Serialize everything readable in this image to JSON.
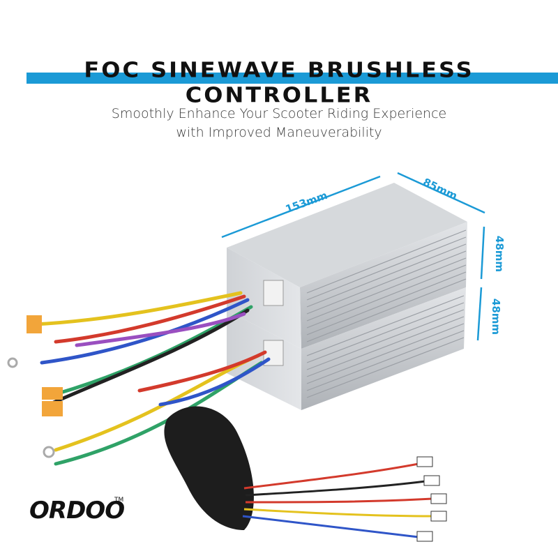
{
  "header": {
    "title": "FOC SINEWAVE BRUSHLESS CONTROLLER",
    "subtitle_line1": "Smoothly Enhance Your Scooter Riding Experience",
    "subtitle_line2": "with Improved Maneuverability"
  },
  "dimensions": {
    "length": "153mm",
    "width": "85mm",
    "height_top": "48mm",
    "height_bottom": "48mm"
  },
  "brand": {
    "logo_text": "ORDOO",
    "trademark": "TM"
  },
  "colors": {
    "accent": "#1b9ad6",
    "title": "#111111",
    "housing": "#c9ccd0"
  }
}
